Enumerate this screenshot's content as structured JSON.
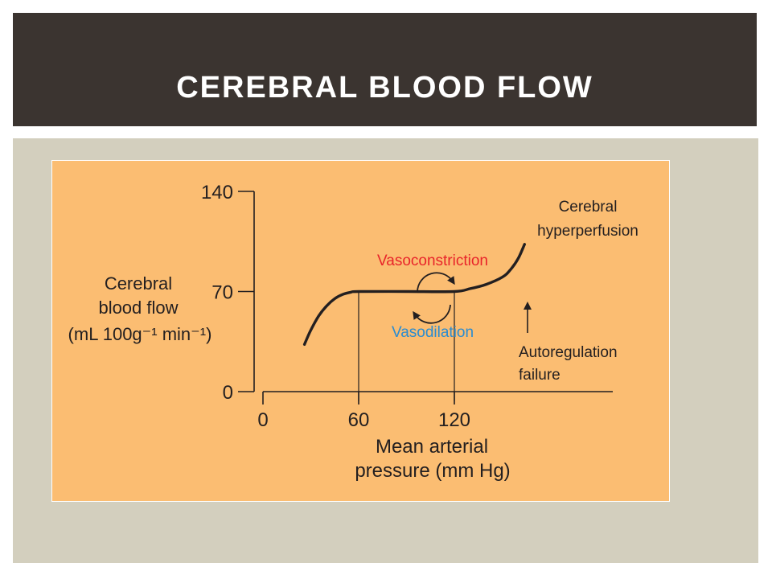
{
  "slide": {
    "title": "CEREBRAL BLOOD FLOW"
  },
  "colors": {
    "title_bar": "#3b3430",
    "title_text": "#ffffff",
    "content_panel": "#d3cfbe",
    "chart_background": "#fbbd72",
    "line": "#231f20",
    "vasoconstriction": "#e8242a",
    "vasodilation": "#2b8cd0"
  },
  "chart_data": {
    "type": "line",
    "title": "",
    "xlabel": "Mean arterial pressure (mm Hg)",
    "xlabel_lines": [
      "Mean arterial",
      "pressure (mm Hg)"
    ],
    "ylabel": "Cerebral blood flow (mL 100g−1 min−1)",
    "ylabel_lines": [
      "Cerebral",
      "blood flow",
      "(mL 100g⁻¹ min⁻¹)"
    ],
    "x_ticks": [
      0,
      60,
      120
    ],
    "y_ticks": [
      0,
      70,
      140
    ],
    "xlim": [
      0,
      220
    ],
    "ylim": [
      0,
      140
    ],
    "grid": false,
    "series": [
      {
        "x": [
          26,
          30,
          35,
          40,
          45,
          50,
          55,
          60,
          90,
          120,
          130,
          140,
          150,
          155,
          160,
          164
        ],
        "y": [
          33,
          43,
          53,
          60,
          65,
          68,
          69.5,
          70,
          70,
          70,
          72,
          75,
          80,
          85,
          93,
          103
        ]
      }
    ],
    "reference_lines": [
      {
        "x": 60,
        "y_from": 0,
        "y_to": 70
      },
      {
        "x": 120,
        "y_from": 0,
        "y_to": 70
      }
    ],
    "annotations": [
      {
        "text": "Vasoconstriction",
        "color": "#e8242a"
      },
      {
        "text": "Vasodilation",
        "color": "#2b8cd0"
      },
      {
        "text": "Cerebral",
        "group": "hyperperfusion"
      },
      {
        "text": "hyperperfusion",
        "group": "hyperperfusion"
      },
      {
        "text": "Autoregulation",
        "group": "failure"
      },
      {
        "text": "failure",
        "group": "failure"
      }
    ]
  }
}
